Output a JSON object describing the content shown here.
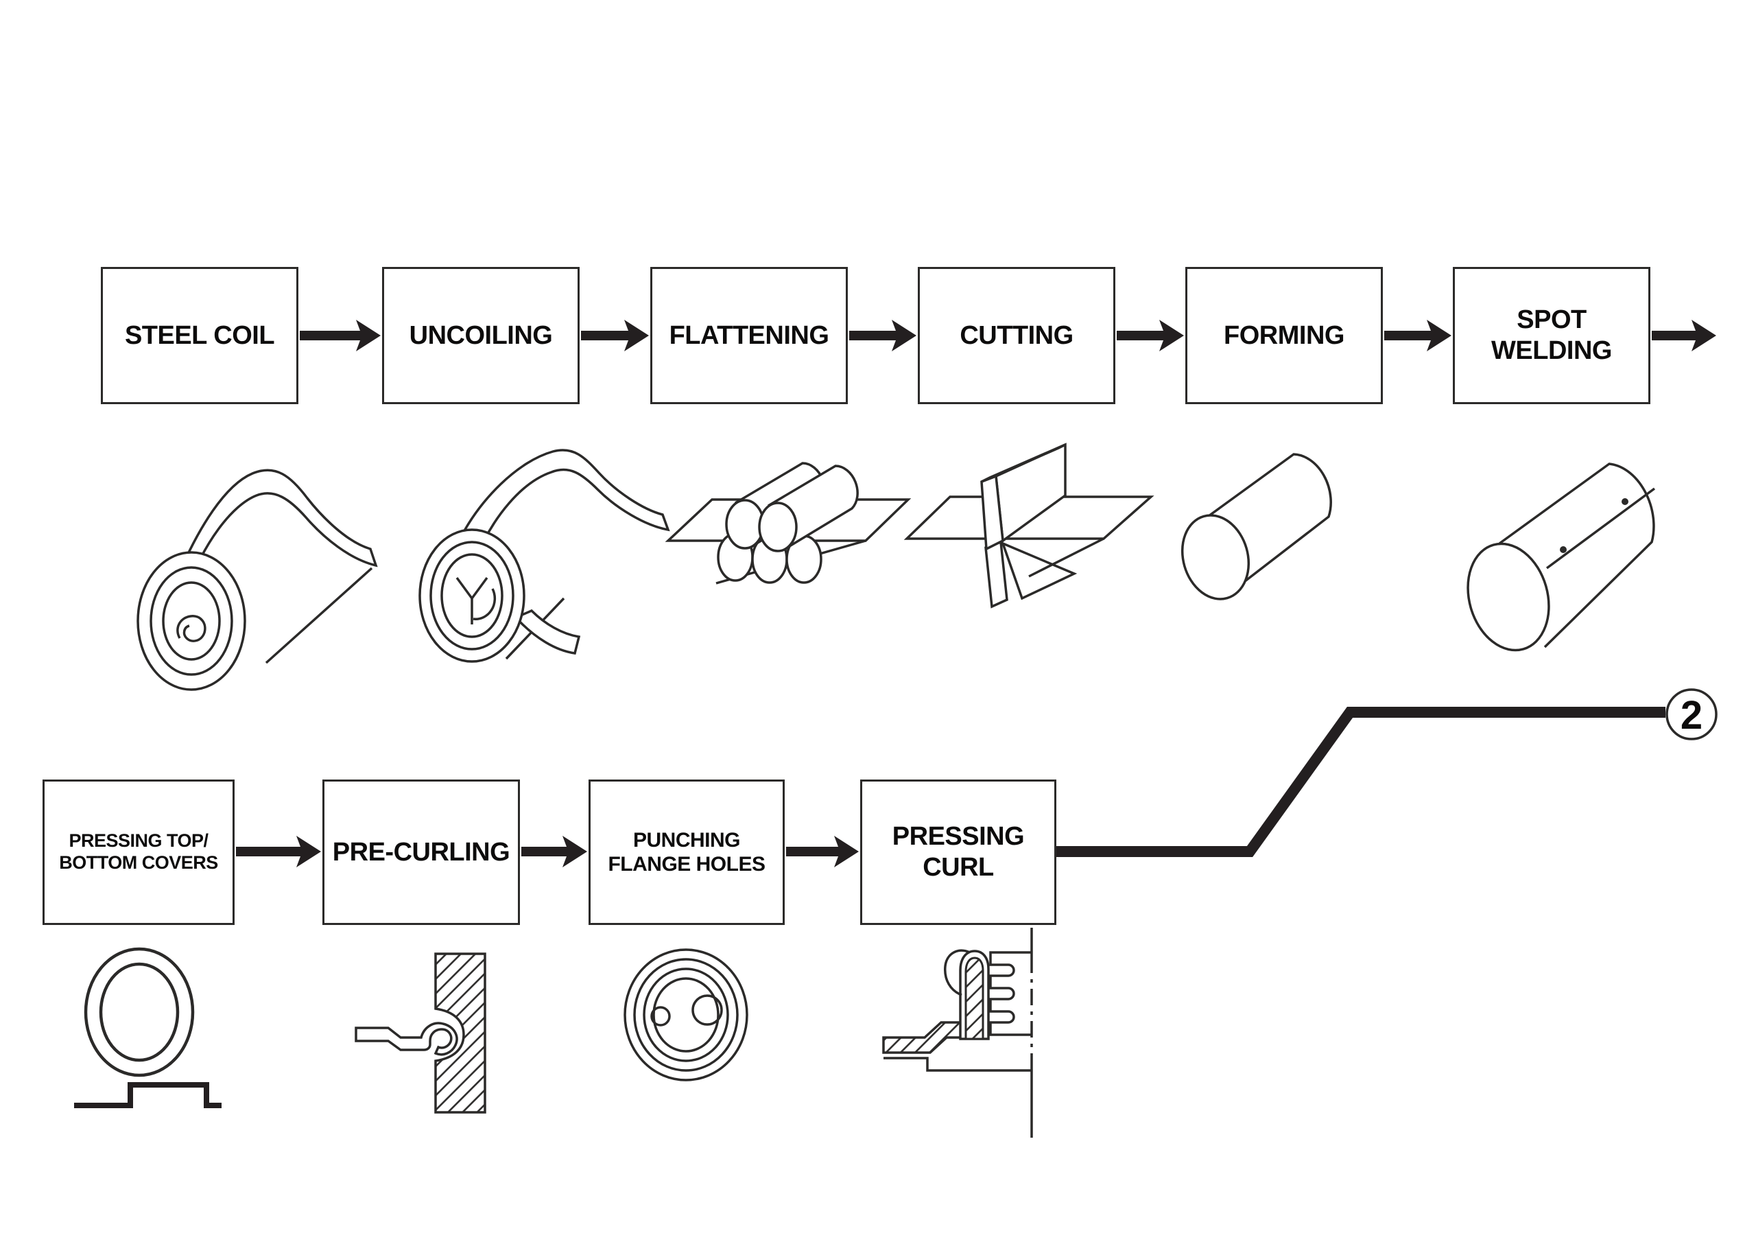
{
  "page": {
    "background": "#ffffff"
  },
  "colors": {
    "line": "#2b2a29",
    "text": "#0d0c0c",
    "arrow_fill": "#231f20"
  },
  "top_row": {
    "steps": [
      {
        "label": "STEEL COIL",
        "illustration": "steel-coil"
      },
      {
        "label": "UNCOILING",
        "illustration": "uncoiling-roll"
      },
      {
        "label": "FLATTENING",
        "illustration": "flattening-rollers"
      },
      {
        "label": "CUTTING",
        "illustration": "cutting-blade"
      },
      {
        "label": "FORMING",
        "illustration": "formed-cylinder"
      },
      {
        "label": "SPOT\nWELDING",
        "illustration": "spot-welded-cylinder"
      }
    ]
  },
  "bottom_row": {
    "steps": [
      {
        "label": "PRESSING TOP/\nBOTTOM COVERS",
        "illustration": "cover-ring-and-profile"
      },
      {
        "label": "PRE-CURLING",
        "illustration": "pre-curl-section"
      },
      {
        "label": "PUNCHING\nFLANGE HOLES",
        "illustration": "punched-flange-rings"
      },
      {
        "label": "PRESSING\nCURL",
        "illustration": "pressing-curl-section"
      }
    ]
  },
  "connector": {
    "continuation_label": "2"
  }
}
